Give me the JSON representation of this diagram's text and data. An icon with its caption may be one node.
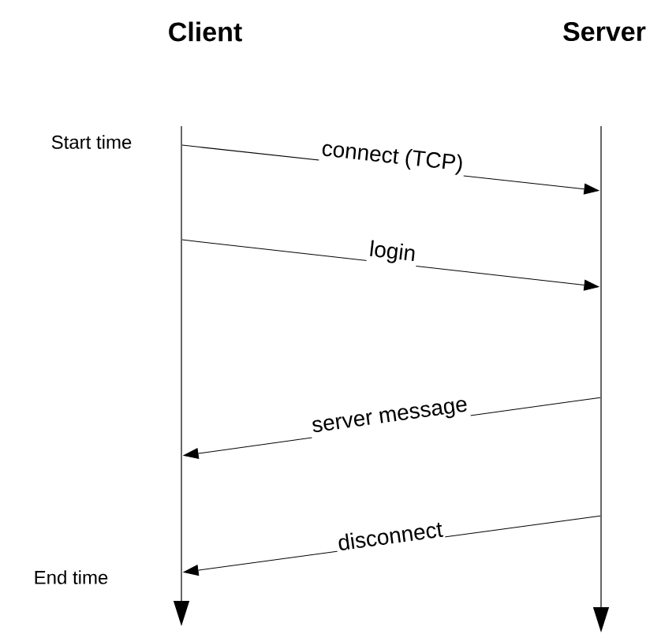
{
  "diagram": {
    "nodes": [
      {
        "text": [
          "Client"
        ]
      },
      {
        "text": [
          "Server"
        ]
      }
    ],
    "edges": [
      {
        "from": 0,
        "to": 1,
        "arrow": "to",
        "label": "connect (TCP)"
      },
      {
        "from": 0,
        "to": 1,
        "arrow": "to",
        "label": "login"
      },
      {
        "from": 1,
        "to": 0,
        "arrow": "to",
        "label": "server message"
      },
      {
        "from": 1,
        "to": 0,
        "arrow": "to",
        "label": "disconnect"
      }
    ],
    "labels": [
      "Start time",
      "End time"
    ]
  }
}
